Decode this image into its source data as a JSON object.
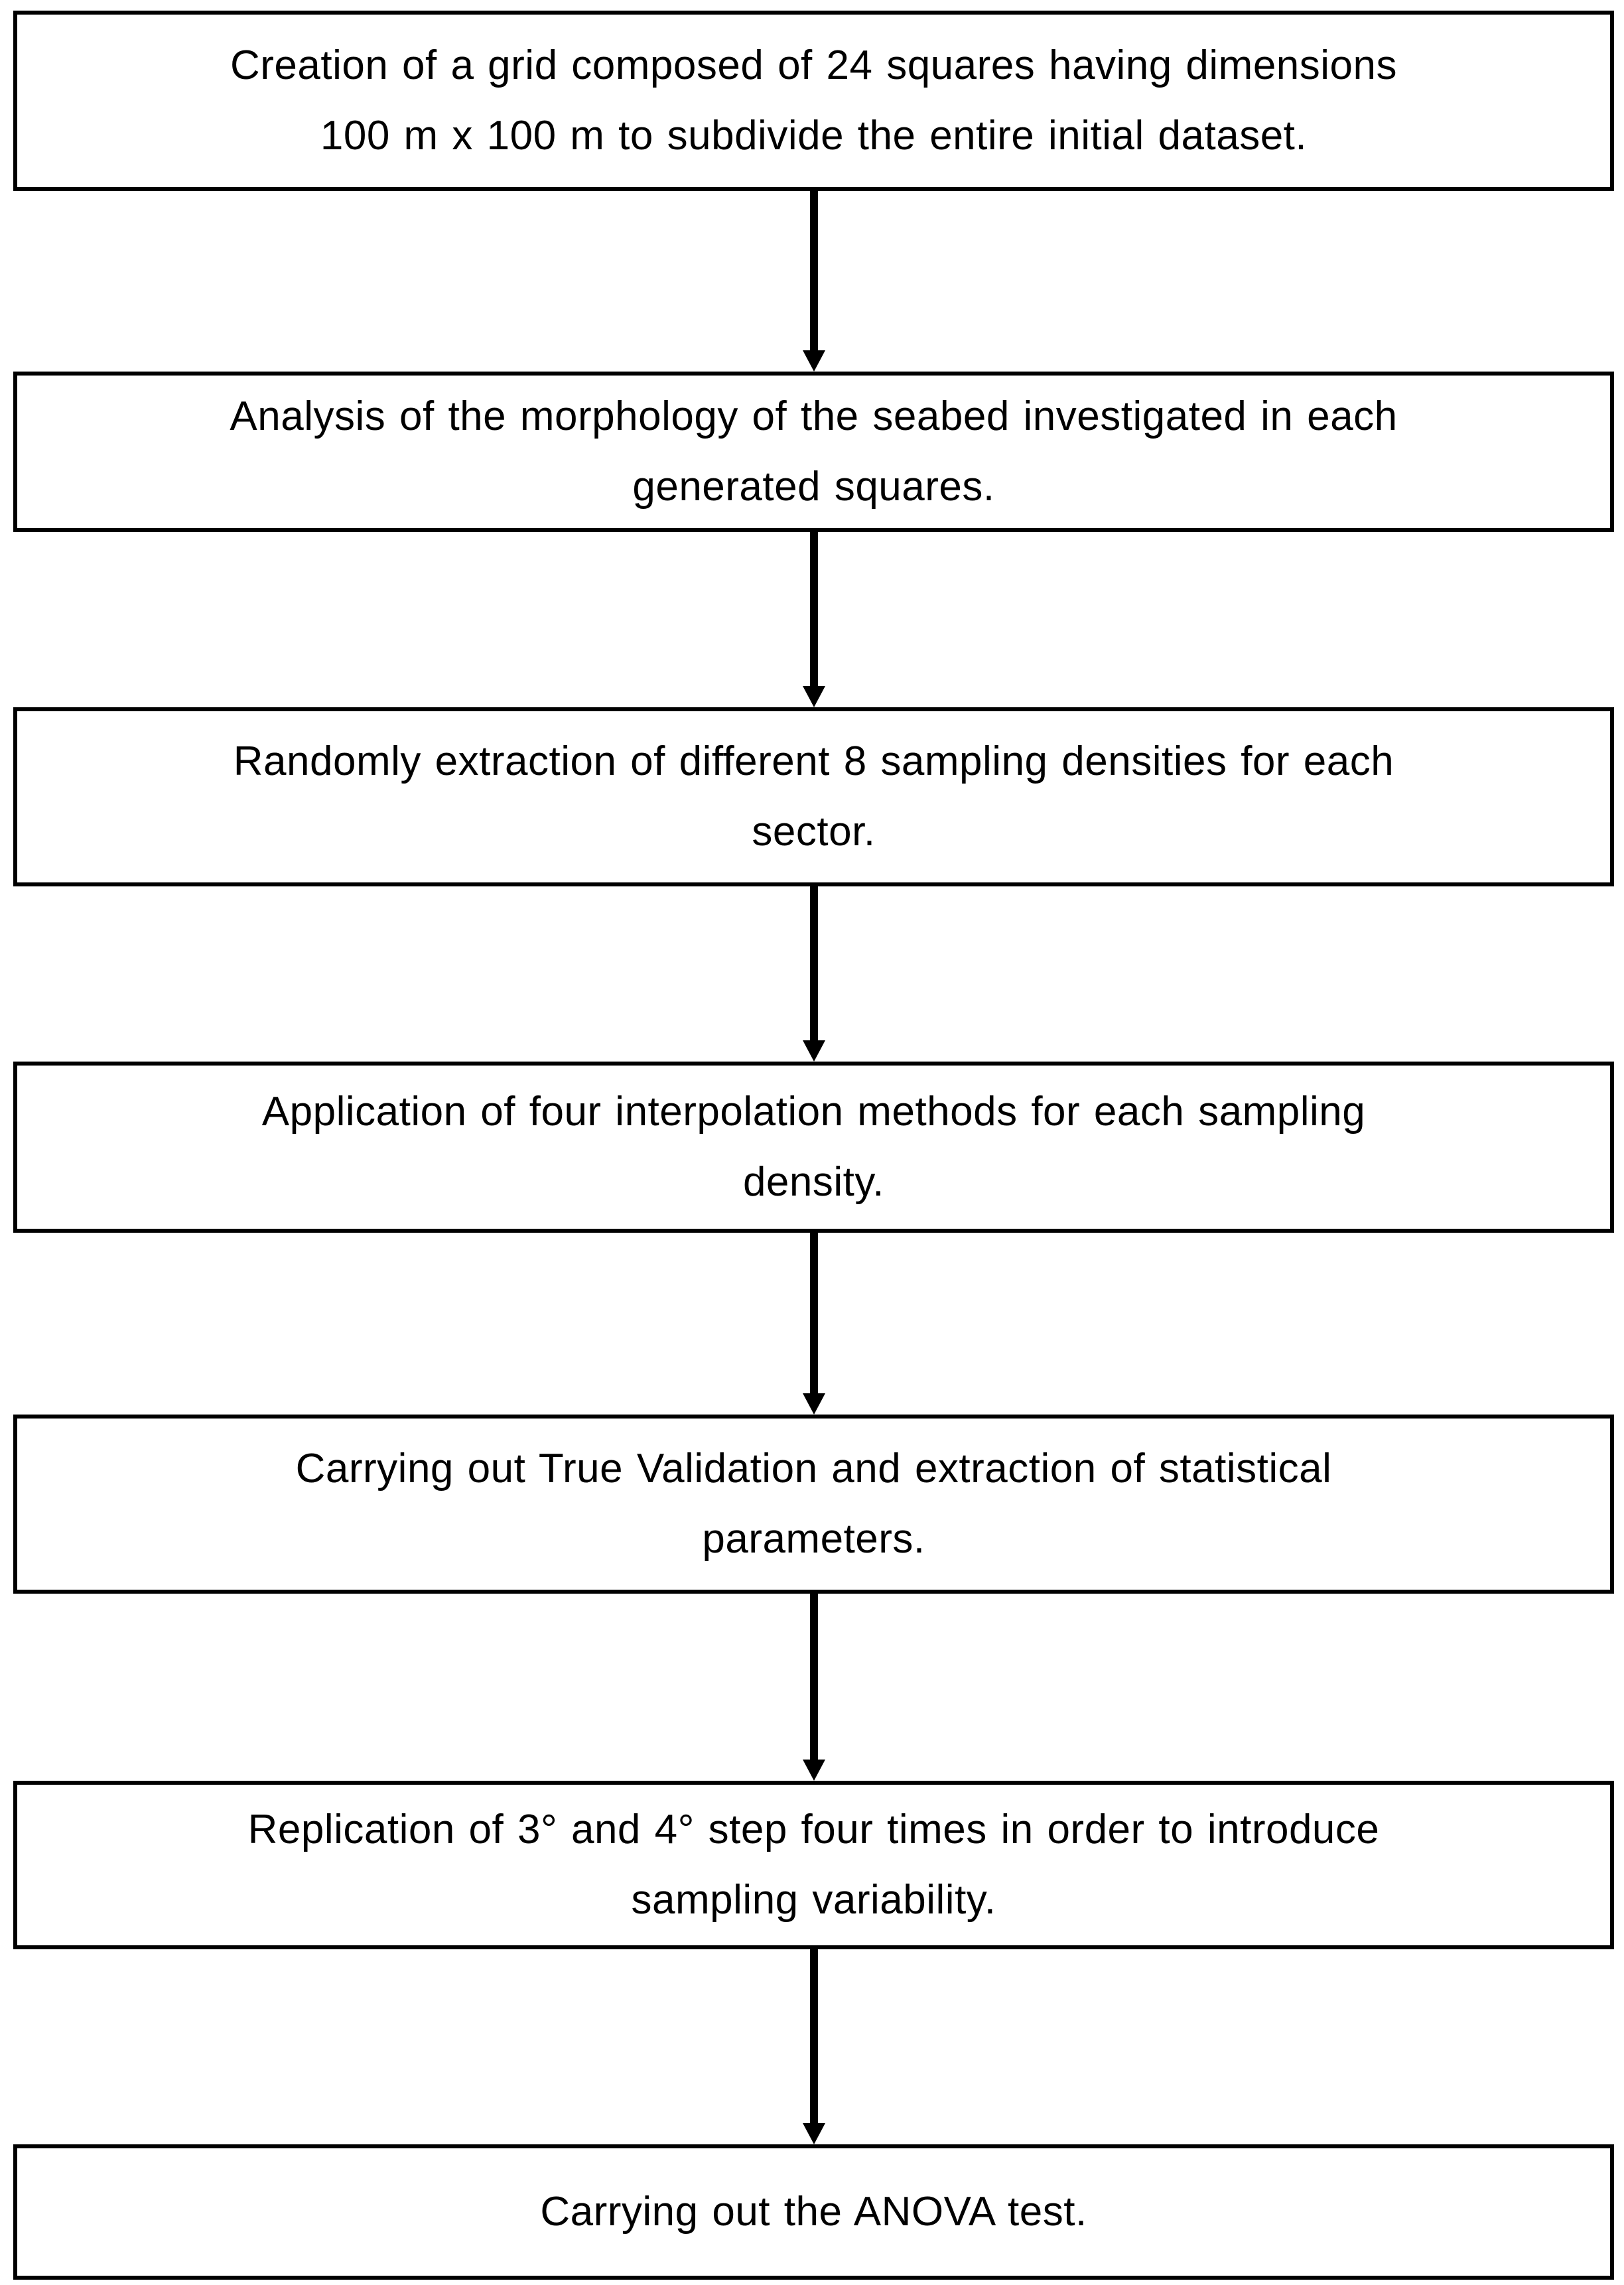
{
  "flowchart": {
    "steps": [
      {
        "lines": [
          "Creation of a grid composed of 24 squares having dimensions",
          "100 m x 100 m to subdivide the entire initial dataset."
        ]
      },
      {
        "lines": [
          "Analysis of the morphology of the seabed investigated in each",
          "generated squares."
        ]
      },
      {
        "lines": [
          "Randomly extraction of different 8 sampling densities for each",
          "sector."
        ]
      },
      {
        "lines": [
          "Application of four interpolation methods for each sampling",
          "density."
        ]
      },
      {
        "lines": [
          "Carrying out True Validation and extraction of statistical",
          "parameters."
        ]
      },
      {
        "lines": [
          "Replication of 3° and 4° step four times in order to introduce",
          "sampling variability."
        ]
      },
      {
        "lines": [
          "Carrying out the ANOVA test."
        ]
      }
    ]
  },
  "colors": {
    "background": "#ffffff",
    "box_fill": "#ffffff",
    "border": "#000000",
    "text": "#000000"
  }
}
